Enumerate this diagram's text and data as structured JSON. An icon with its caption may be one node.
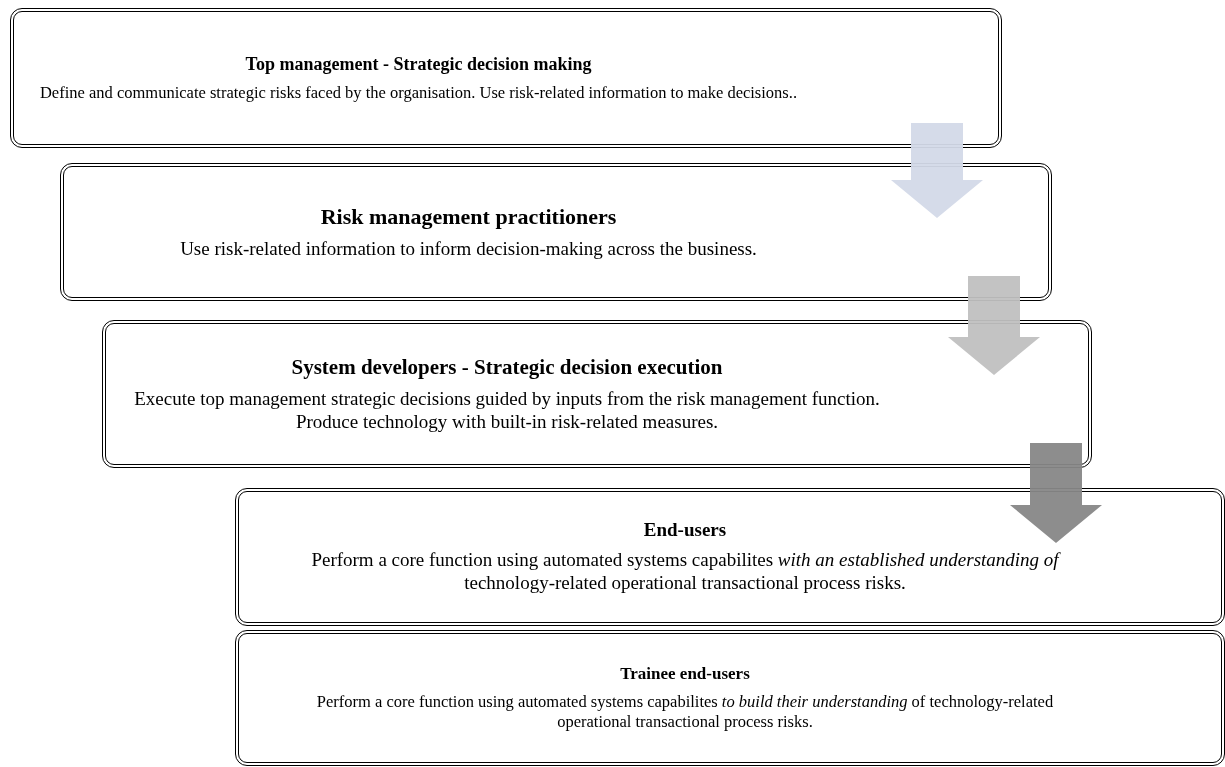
{
  "diagram": {
    "nodes": [
      {
        "text": [
          "Top management - Strategic decision making",
          "Define and communicate strategic risks faced by the organisation. Use risk-related information to make decisions.."
        ]
      },
      {
        "text": [
          "Risk management practitioners",
          "Use risk-related information to inform decision-making across the business."
        ]
      },
      {
        "text": [
          "System developers - Strategic decision execution",
          "Execute top management strategic decisions guided by inputs from the risk management function. Produce technology with built-in risk-related measures."
        ]
      },
      {
        "text": [
          "End-users",
          "Perform a core function using automated systems capabilites *with an established understanding of* technology-related operational transactional process risks."
        ]
      },
      {
        "text": [
          "Trainee end-users",
          "Perform a core function using automated systems capabilites *to build their understanding* of technology-related operational transactional process risks."
        ]
      }
    ],
    "edges": [
      {
        "from": 0,
        "to": 1,
        "arrow": "to",
        "color": "#d3d9e8"
      },
      {
        "from": 1,
        "to": 2,
        "arrow": "to",
        "color": "#c0c0c0"
      },
      {
        "from": 2,
        "to": 3,
        "arrow": "to",
        "color": "#878787"
      }
    ]
  }
}
